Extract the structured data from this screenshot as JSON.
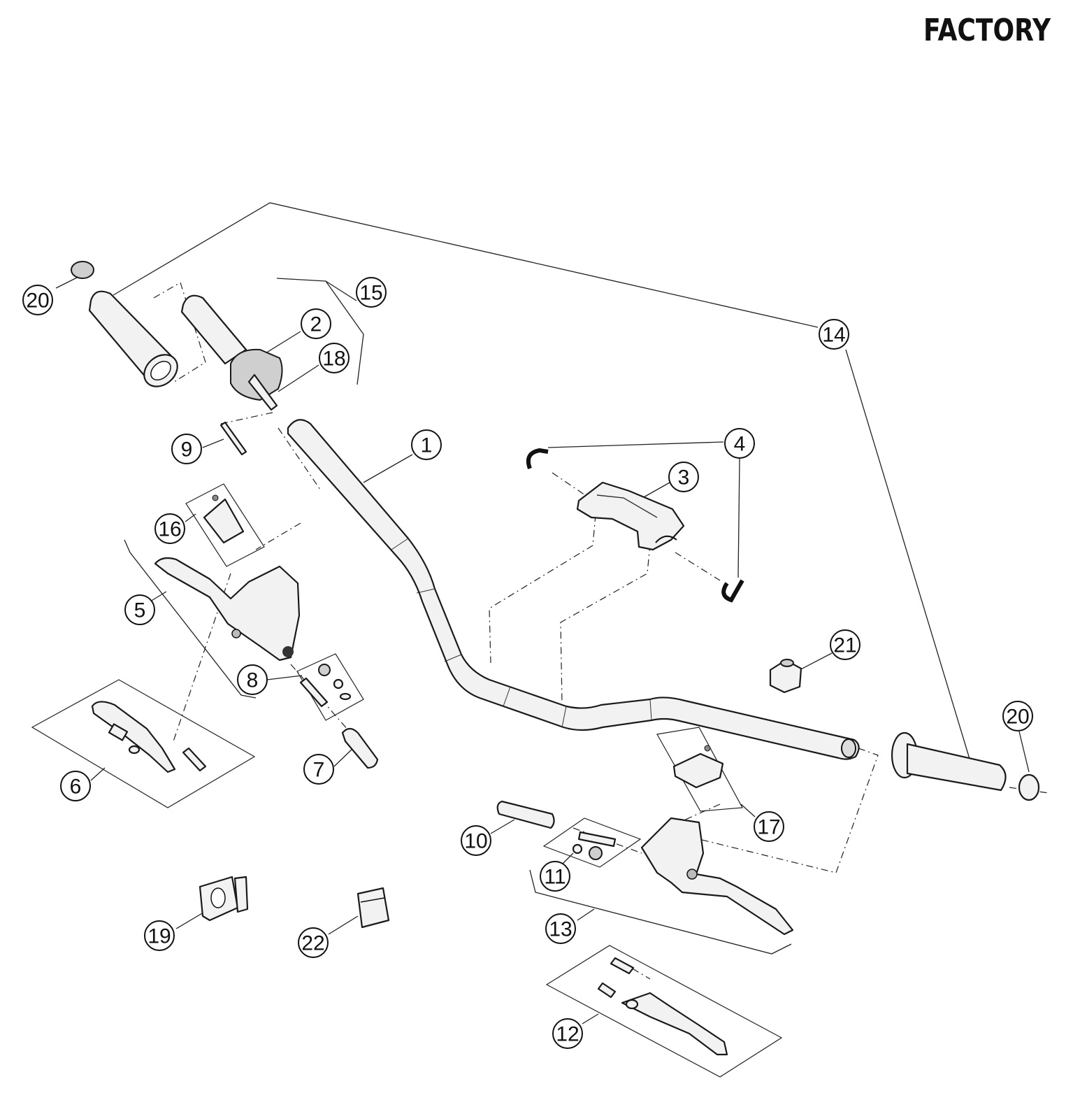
{
  "header": {
    "brand_title": "FACTORY"
  },
  "callouts": [
    {
      "id": "1",
      "label": "1"
    },
    {
      "id": "2",
      "label": "2"
    },
    {
      "id": "3",
      "label": "3"
    },
    {
      "id": "4",
      "label": "4"
    },
    {
      "id": "5",
      "label": "5"
    },
    {
      "id": "6",
      "label": "6"
    },
    {
      "id": "7",
      "label": "7"
    },
    {
      "id": "8",
      "label": "8"
    },
    {
      "id": "9",
      "label": "9"
    },
    {
      "id": "10",
      "label": "10"
    },
    {
      "id": "11",
      "label": "11"
    },
    {
      "id": "12",
      "label": "12"
    },
    {
      "id": "13",
      "label": "13"
    },
    {
      "id": "14",
      "label": "14"
    },
    {
      "id": "15",
      "label": "15"
    },
    {
      "id": "16",
      "label": "16"
    },
    {
      "id": "17",
      "label": "17"
    },
    {
      "id": "18",
      "label": "18"
    },
    {
      "id": "19",
      "label": "19"
    },
    {
      "id": "20a",
      "label": "20"
    },
    {
      "id": "20b",
      "label": "20"
    },
    {
      "id": "21",
      "label": "21"
    },
    {
      "id": "22",
      "label": "22"
    }
  ]
}
